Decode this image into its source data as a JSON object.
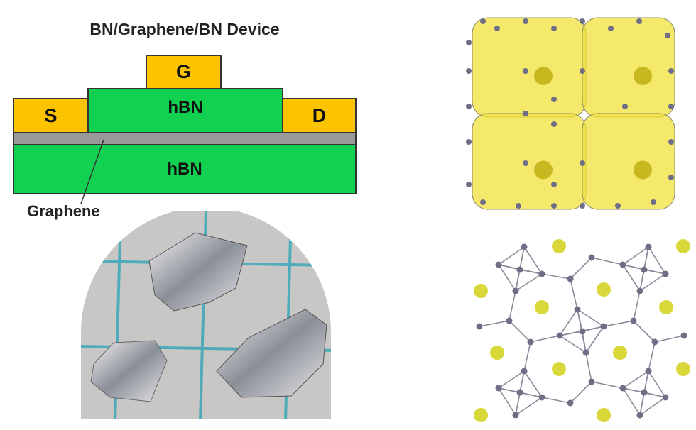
{
  "device": {
    "title": "BN/Graphene/BN Device",
    "gate_label": "G",
    "source_label": "S",
    "drain_label": "D",
    "top_layer_label": "hBN",
    "bottom_layer_label": "hBN",
    "graphene_label": "Graphene"
  },
  "colors": {
    "contact": "#fcc400",
    "hbn": "#12d151",
    "graphene": "#9a9a9a",
    "crystal_cage": "#f2e23a",
    "atom_node": "#6e6e86",
    "atom_sphere": "#d8d83a",
    "grid_line": "#3aa7b8"
  }
}
